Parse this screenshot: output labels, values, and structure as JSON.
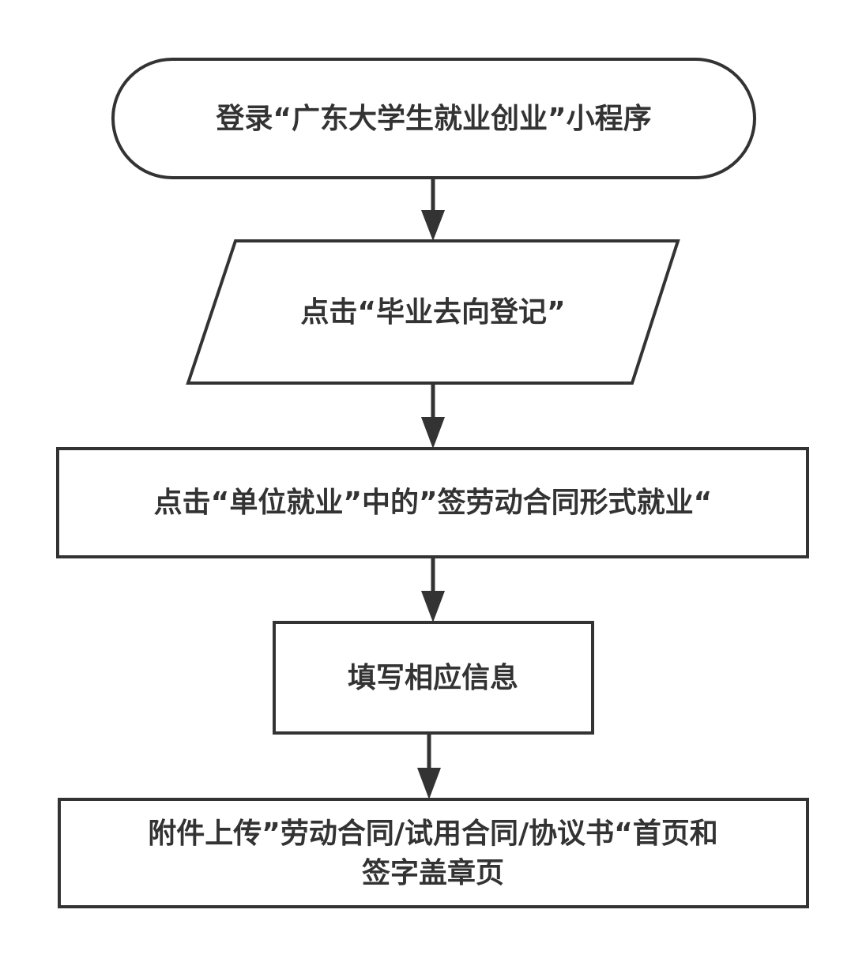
{
  "flowchart": {
    "steps": [
      {
        "shape": "terminator",
        "text": "登录“广东大学生就业创业”小程序"
      },
      {
        "shape": "input-output",
        "text": "点击“毕业去向登记”"
      },
      {
        "shape": "process",
        "text": "点击“单位就业”中的”签劳动合同形式就业“"
      },
      {
        "shape": "process",
        "text": "填写相应信息"
      },
      {
        "shape": "process",
        "text_line1": "附件上传”劳动合同/试用合同/协议书“首页和",
        "text_line2": "签字盖章页"
      }
    ],
    "colors": {
      "stroke": "#333333",
      "text": "#333333",
      "fill": "#ffffff"
    }
  }
}
